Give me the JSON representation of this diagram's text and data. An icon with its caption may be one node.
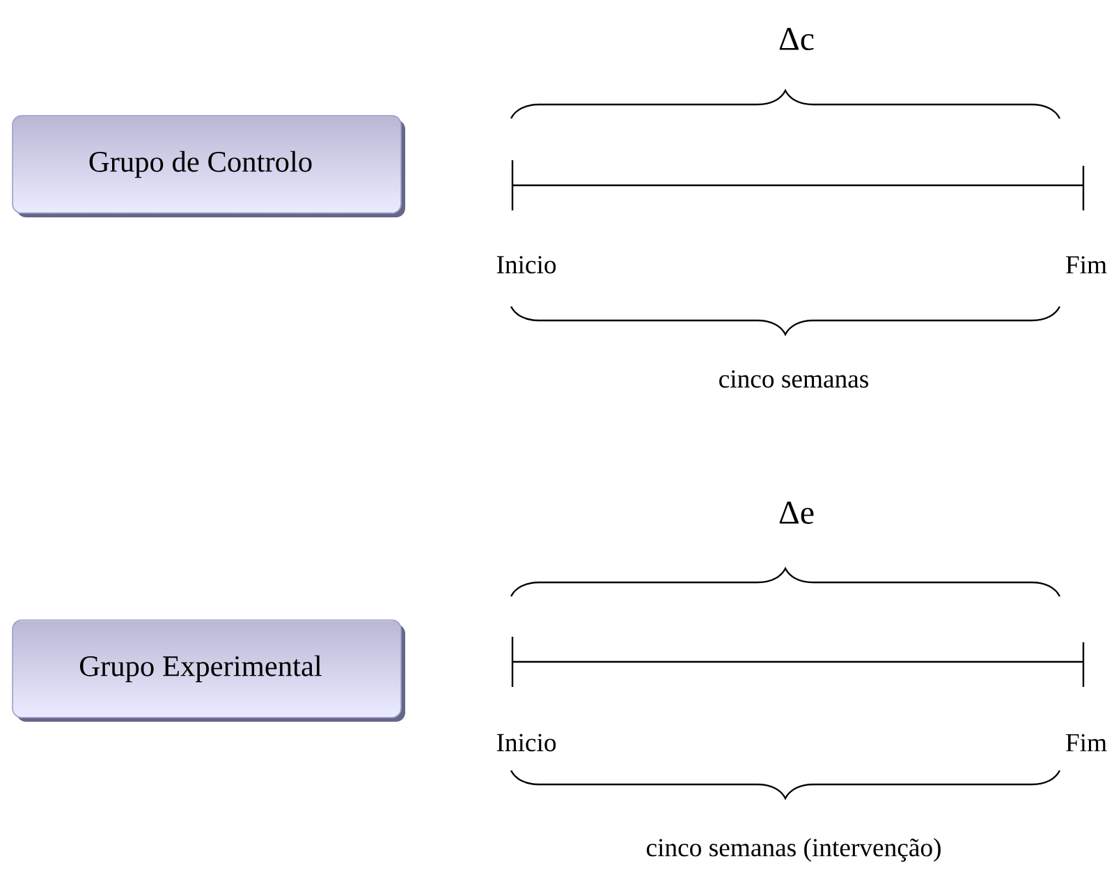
{
  "diagram": {
    "nodes": [
      {
        "text": [
          "Grupo de Controlo"
        ]
      },
      {
        "text": [
          "Grupo Experimental"
        ]
      }
    ],
    "labels": [
      "Δc",
      "Inicio",
      "Fim",
      "cinco semanas",
      "Δe",
      "Inicio",
      "Fim",
      "cinco semanas (intervenção)"
    ]
  }
}
